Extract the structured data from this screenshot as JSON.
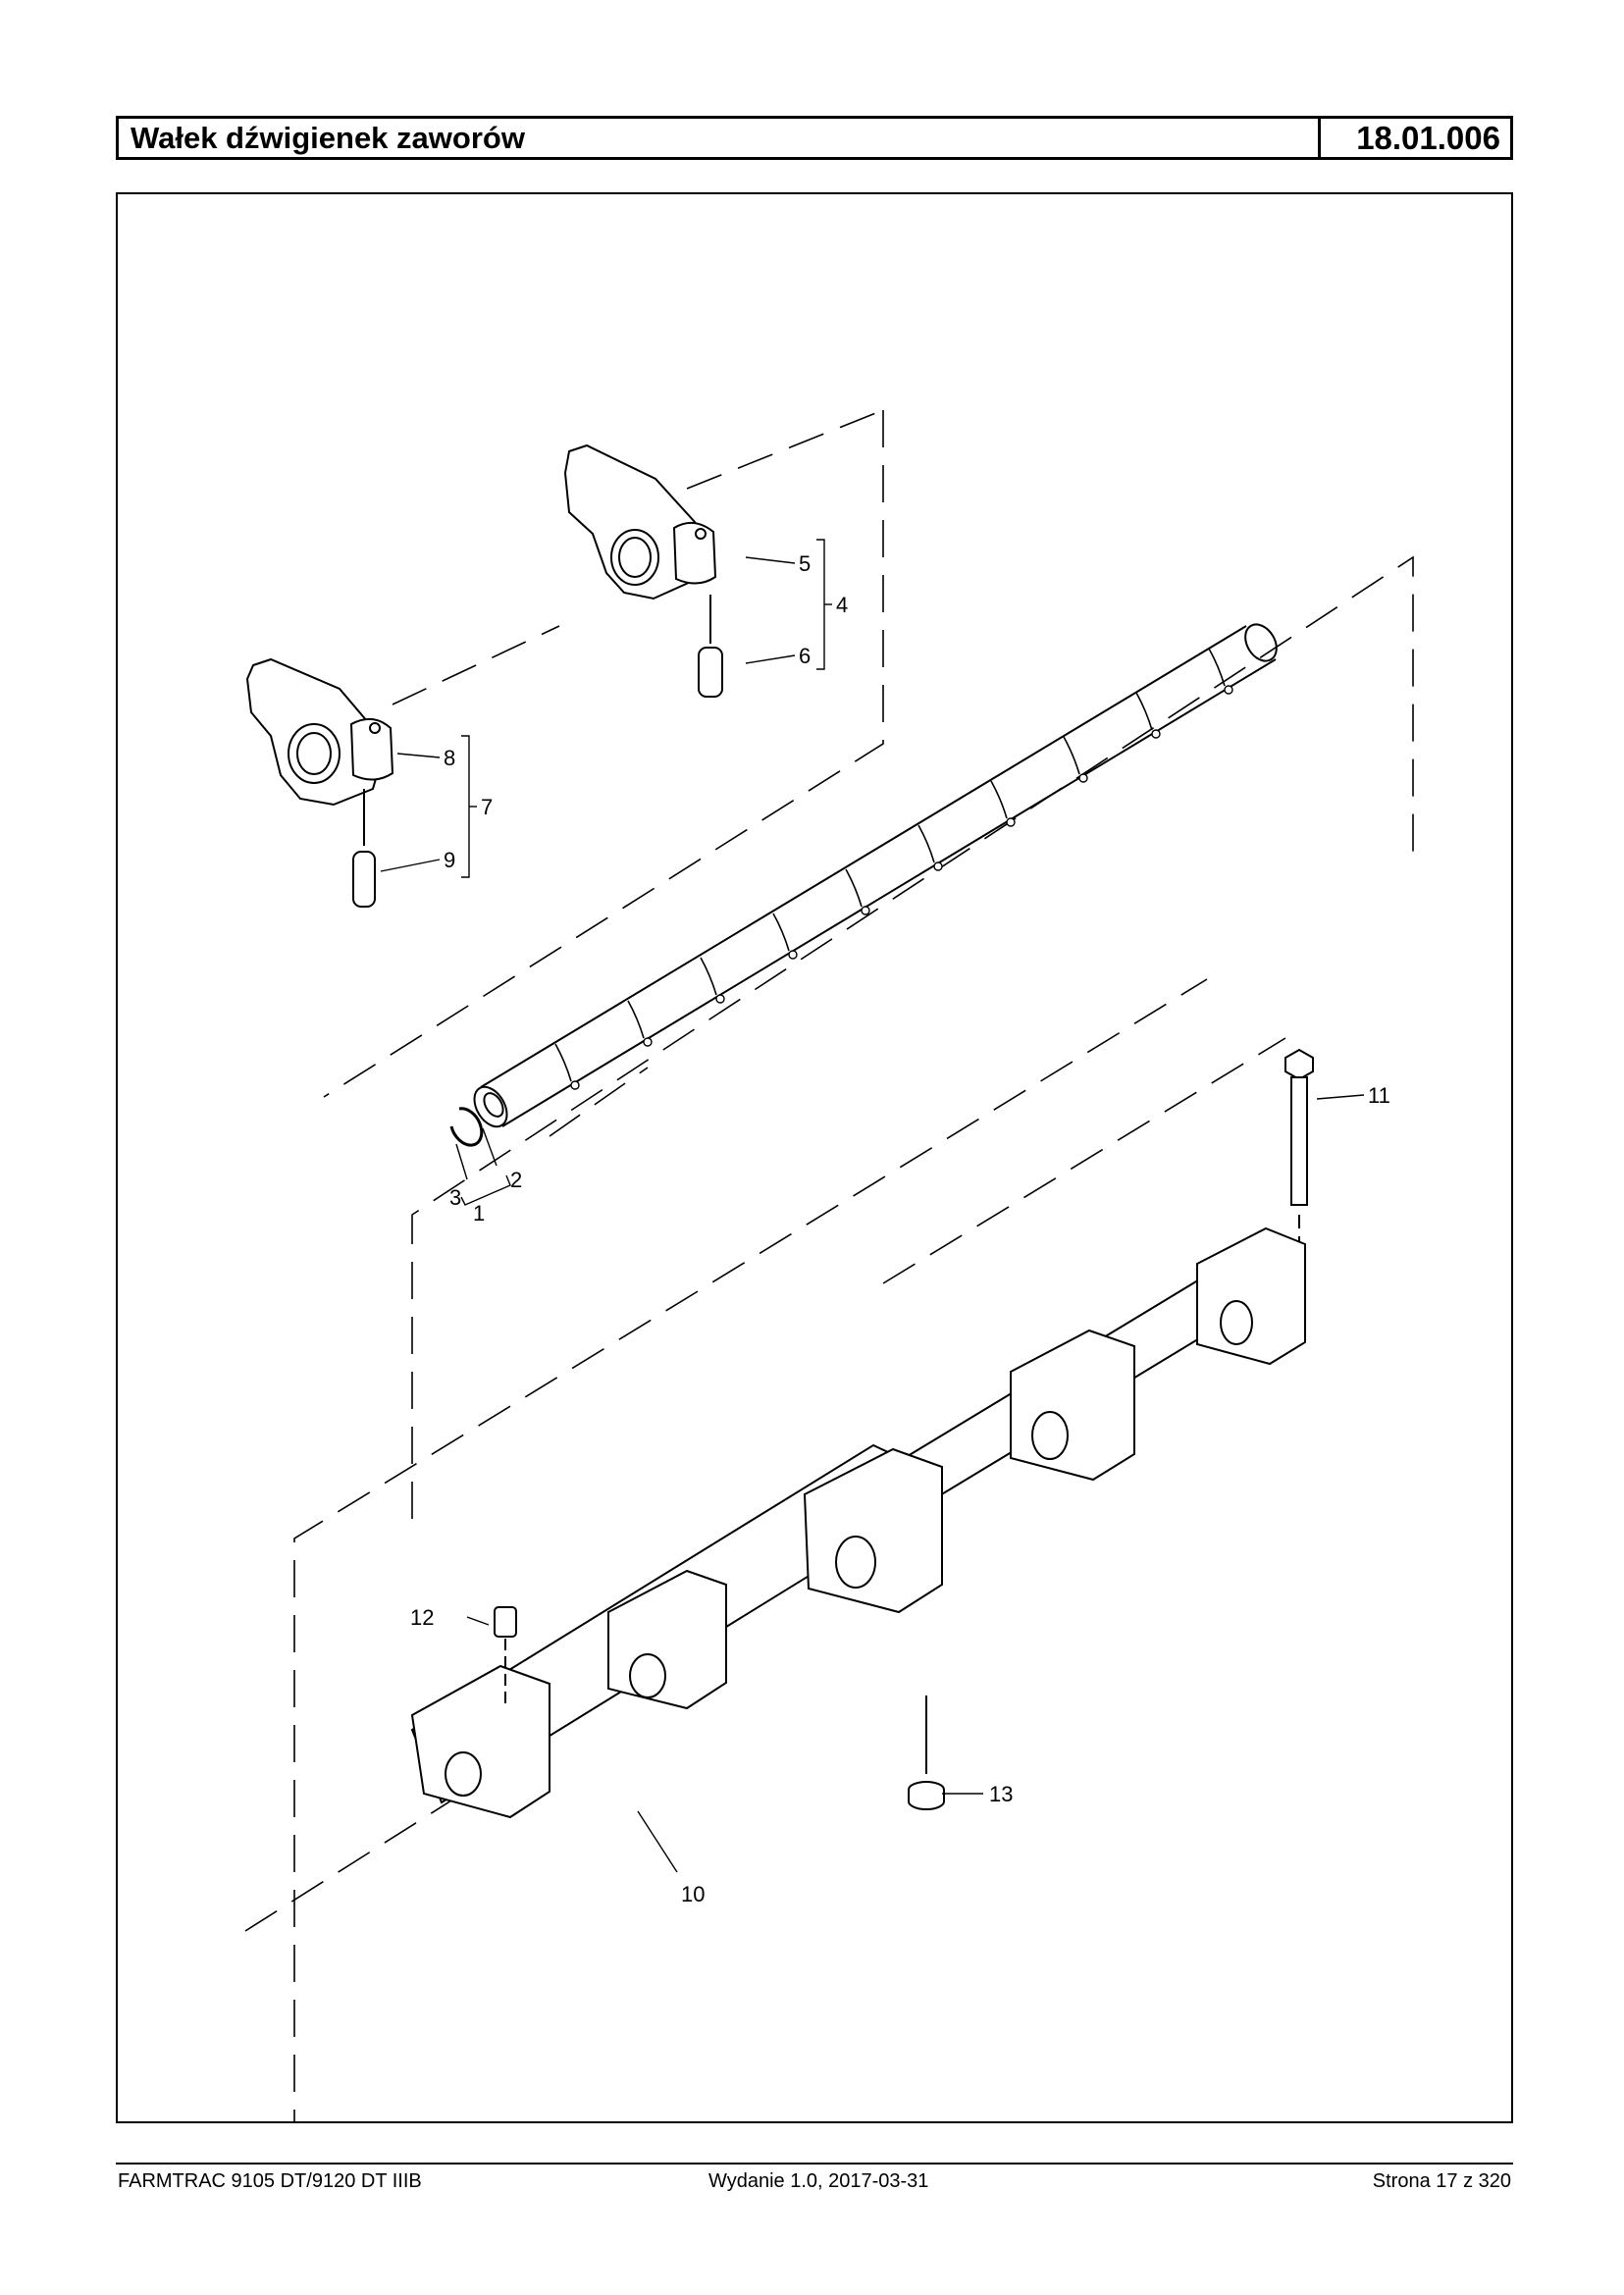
{
  "header": {
    "title": "Wałek dźwigienek zaworów",
    "code": "18.01.006"
  },
  "callouts": {
    "c1": "1",
    "c2": "2",
    "c3": "3",
    "c4": "4",
    "c5": "5",
    "c6": "6",
    "c7": "7",
    "c8": "8",
    "c9": "9",
    "c10": "10",
    "c11": "11",
    "c12": "12",
    "c13": "13"
  },
  "footer": {
    "model": "FARMTRAC 9105 DT/9120 DT IIIB",
    "edition": "Wydanie 1.0,  2017-03-31",
    "page": "Strona 17 z 320"
  }
}
